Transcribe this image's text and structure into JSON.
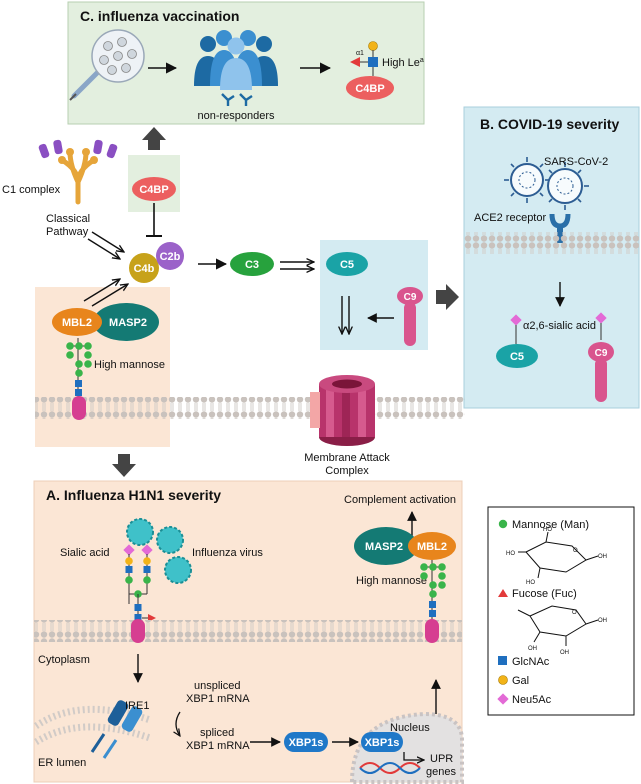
{
  "panels": {
    "vaccination": {
      "title": "C.  influenza vaccination",
      "non_responders": "non-responders",
      "high_lea": "High Le",
      "lea_sup": "a",
      "alpha1": "α1",
      "c4bp": "C4BP"
    },
    "covid": {
      "title": "B.  COVID-19 severity",
      "virus": "SARS-CoV-2",
      "receptor": "ACE2 receptor",
      "sialic": "α2,6-sialic acid",
      "c5": "C5",
      "c9": "C9"
    },
    "influenza": {
      "title": "A.  Influenza H1N1 severity",
      "sialic": "Sialic acid",
      "virus": "Influenza virus",
      "complement_activation": "Complement activation",
      "masp2": "MASP2",
      "mbl2": "MBL2",
      "high_mannose": "High mannose",
      "cytoplasm": "Cytoplasm",
      "ire1": "IRE1",
      "unspliced_1": "unspliced",
      "unspliced_2": "XBP1 mRNA",
      "spliced_1": "spliced",
      "spliced_2": "XBP1 mRNA",
      "er_lumen": "ER lumen",
      "nucleus": "Nucleus",
      "xbp1s_a": "XBP1s",
      "xbp1s_b": "XBP1s",
      "upr_1": "UPR",
      "upr_2": "genes"
    }
  },
  "pathway": {
    "c1_complex": "C1 complex",
    "classical_1": "Classical",
    "classical_2": "Pathway",
    "c4bp": "C4BP",
    "c4b": "C4b",
    "c2b": "C2b",
    "c3": "C3",
    "c5": "C5",
    "c9": "C9",
    "mbl2": "MBL2",
    "masp2": "MASP2",
    "high_mannose": "High mannose",
    "mac_1": "Membrane Attack",
    "mac_2": "Complex"
  },
  "legend": {
    "mannose": "Mannose (Man)",
    "fucose": "Fucose (Fuc)",
    "glcnac": "GlcNAc",
    "gal": "Gal",
    "neu5ac": "Neu5Ac"
  },
  "colors": {
    "panel_green": "#e3efdf",
    "panel_blue": "#d4ebf2",
    "panel_peach": "#fbe6d5",
    "mbl2_orange": "#e8851c",
    "masp2_teal": "#147a74",
    "c4bp_red": "#ec5f5f",
    "c3_green": "#27a23d",
    "c5_teal": "#1aa3a6",
    "c9_pink": "#d9558e",
    "c2b_purple": "#9b62c9",
    "c4b_gold": "#c7a21a",
    "xbp1s_blue": "#1f78c8",
    "mannose_green": "#39b44a",
    "glcnac_blue": "#1f6fbf",
    "gal_yellow": "#f2b318",
    "neu5ac_pink": "#e36ad6",
    "fucose_red": "#e23a3a"
  }
}
